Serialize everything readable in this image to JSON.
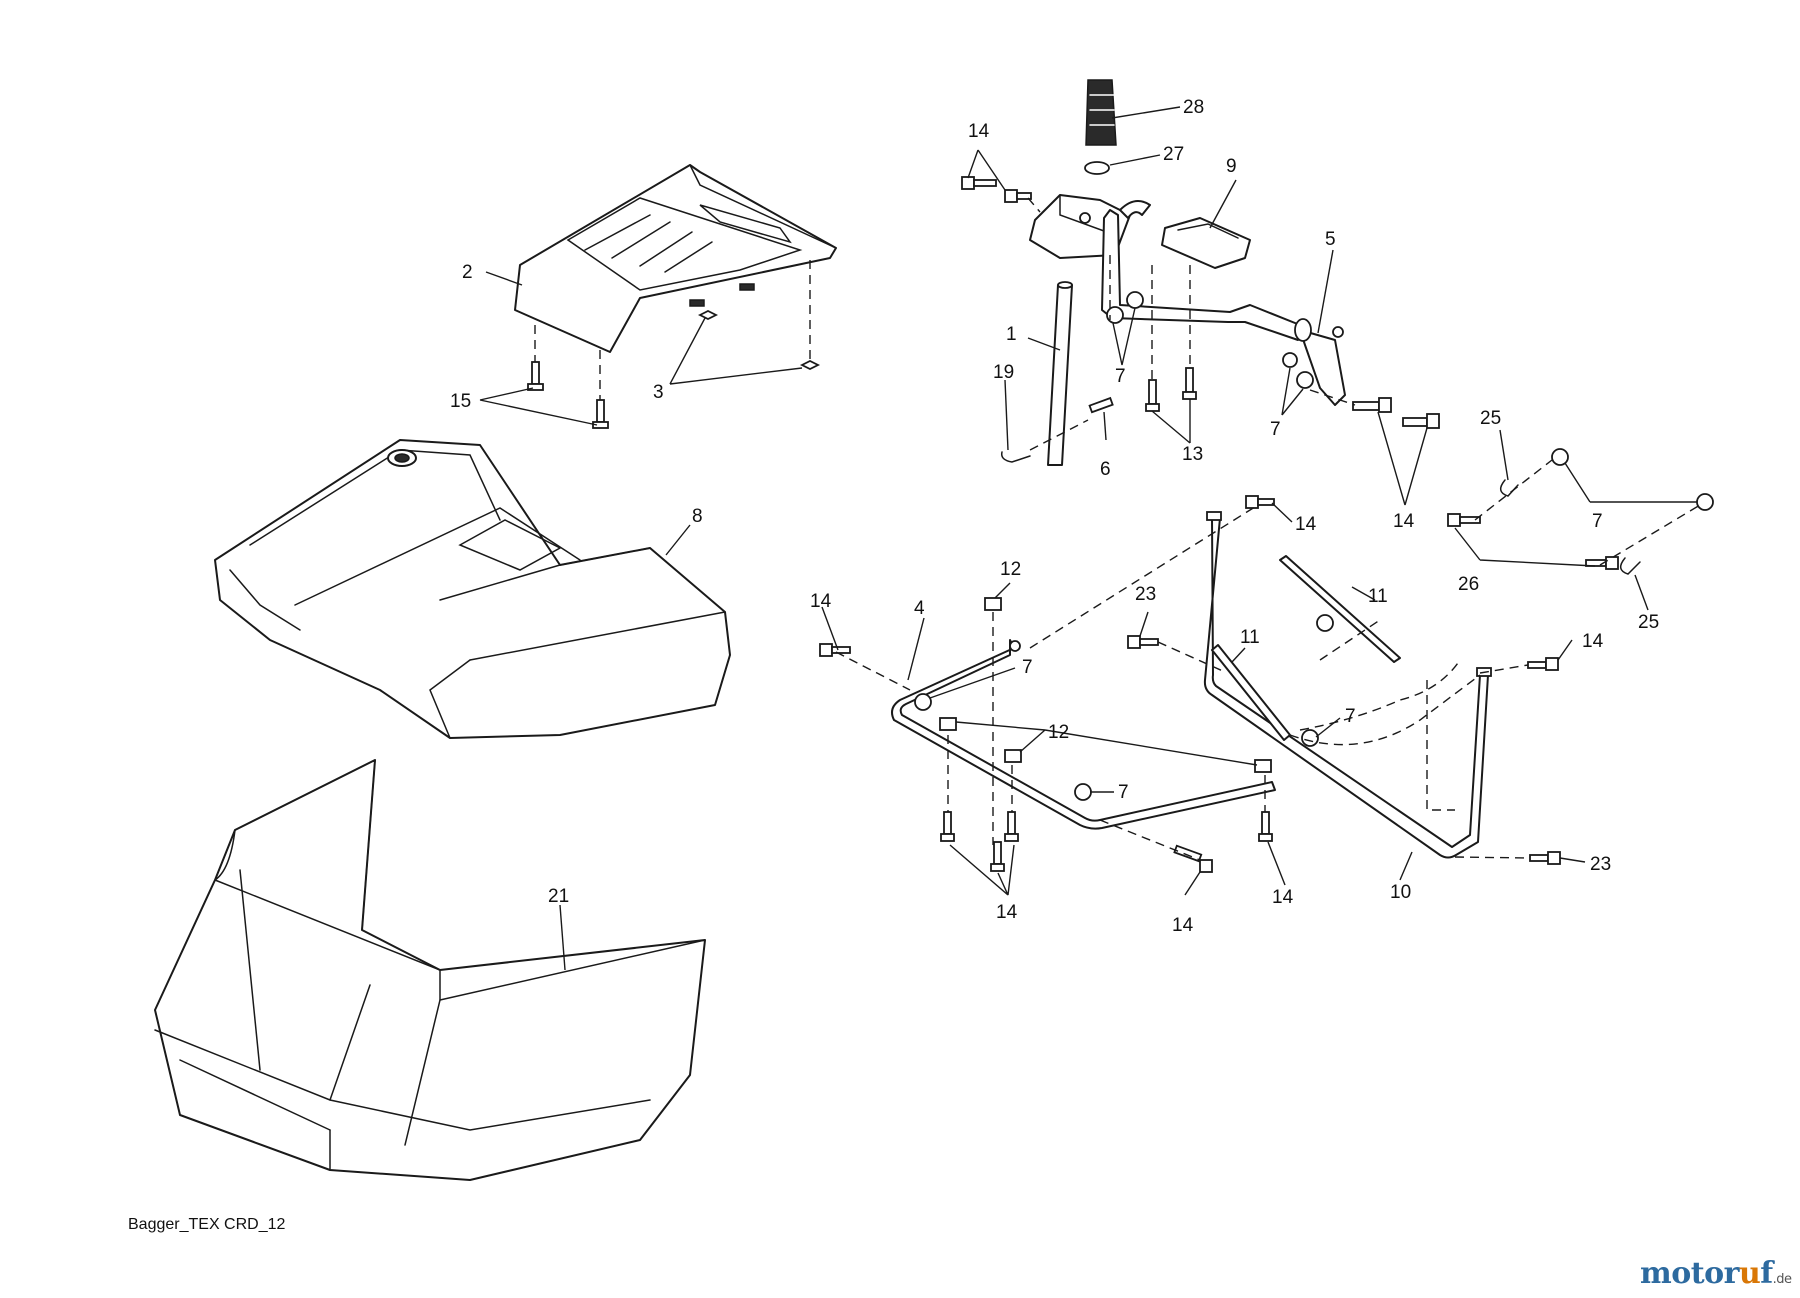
{
  "diagram": {
    "caption": "Bagger_TEX CRD_12",
    "brand": {
      "main": "motor",
      "accent": "u",
      "tail": "f",
      "tld": ".de"
    },
    "colors": {
      "line": "#1a1a1a",
      "brand_blue": "#2d6a9f",
      "brand_orange": "#d97706"
    },
    "callouts": {
      "c28": "28",
      "c27": "27",
      "c14_top": "14",
      "c9": "9",
      "c5": "5",
      "c2": "2",
      "c3": "3",
      "c15": "15",
      "c1": "1",
      "c19": "19",
      "c6": "6",
      "c7_a": "7",
      "c13": "13",
      "c7_b": "7",
      "c14_b": "14",
      "c25_a": "25",
      "c7_c": "7",
      "c26": "26",
      "c25_b": "25",
      "c8": "8",
      "c14_c": "14",
      "c12_a": "12",
      "c4": "4",
      "c7_d": "7",
      "c23_a": "23",
      "c11_a": "11",
      "c11_b": "11",
      "c7_e": "7",
      "c14_d": "14",
      "c12_b": "12",
      "c7_f": "7",
      "c10": "10",
      "c23_b": "23",
      "c14_e": "14",
      "c14_f": "14",
      "c14_g": "14",
      "c21": "21"
    }
  }
}
